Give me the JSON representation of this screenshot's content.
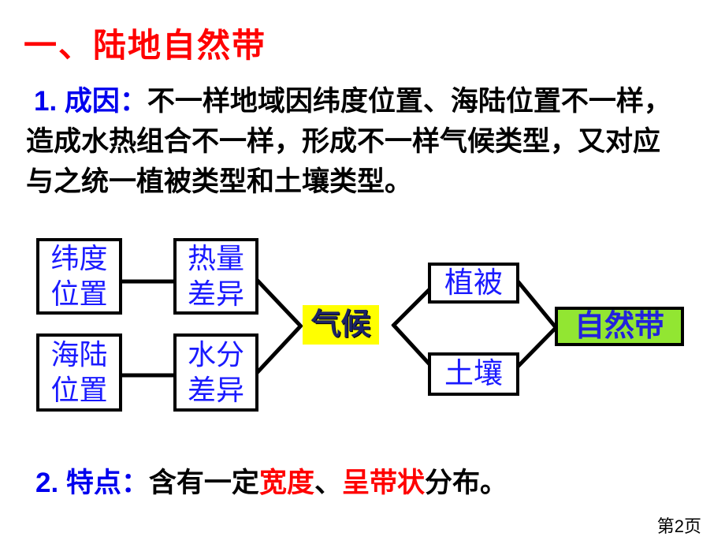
{
  "slide": {
    "title": "一、陆地自然带",
    "point1": {
      "label": "1. 成因：",
      "line1_rest": "不一样地域因纬度位置、海陆位置不一样，",
      "line2": "造成水热组合不一样，形成不一样气候类型，又对应",
      "line3": "与之统一植被类型和土壤类型。"
    },
    "diagram": {
      "boxes": {
        "latitude": "纬度\n位置",
        "heat": "热量\n差异",
        "sea_land": "海陆\n位置",
        "moisture": "水分\n差异",
        "climate": "气候",
        "vegetation": "植被",
        "soil": "土壤",
        "natural_zone": "自然带"
      }
    },
    "point2": {
      "label": "2. 特点：",
      "seg_black1": "含有一定",
      "seg_red1": "宽度",
      "seg_black2": "、",
      "seg_red2": "呈带状",
      "seg_black3": "分布。"
    },
    "page_number": "第2页",
    "colors": {
      "title_red": "#ff0000",
      "label_blue": "#0000ee",
      "box_text_blue": "#1a1aff",
      "highlight_red": "#ff0000",
      "climate_bg": "#ffff00",
      "climate_text": "#1c2366",
      "natural_zone_bg": "#92e632",
      "connector_black": "#000000"
    }
  }
}
